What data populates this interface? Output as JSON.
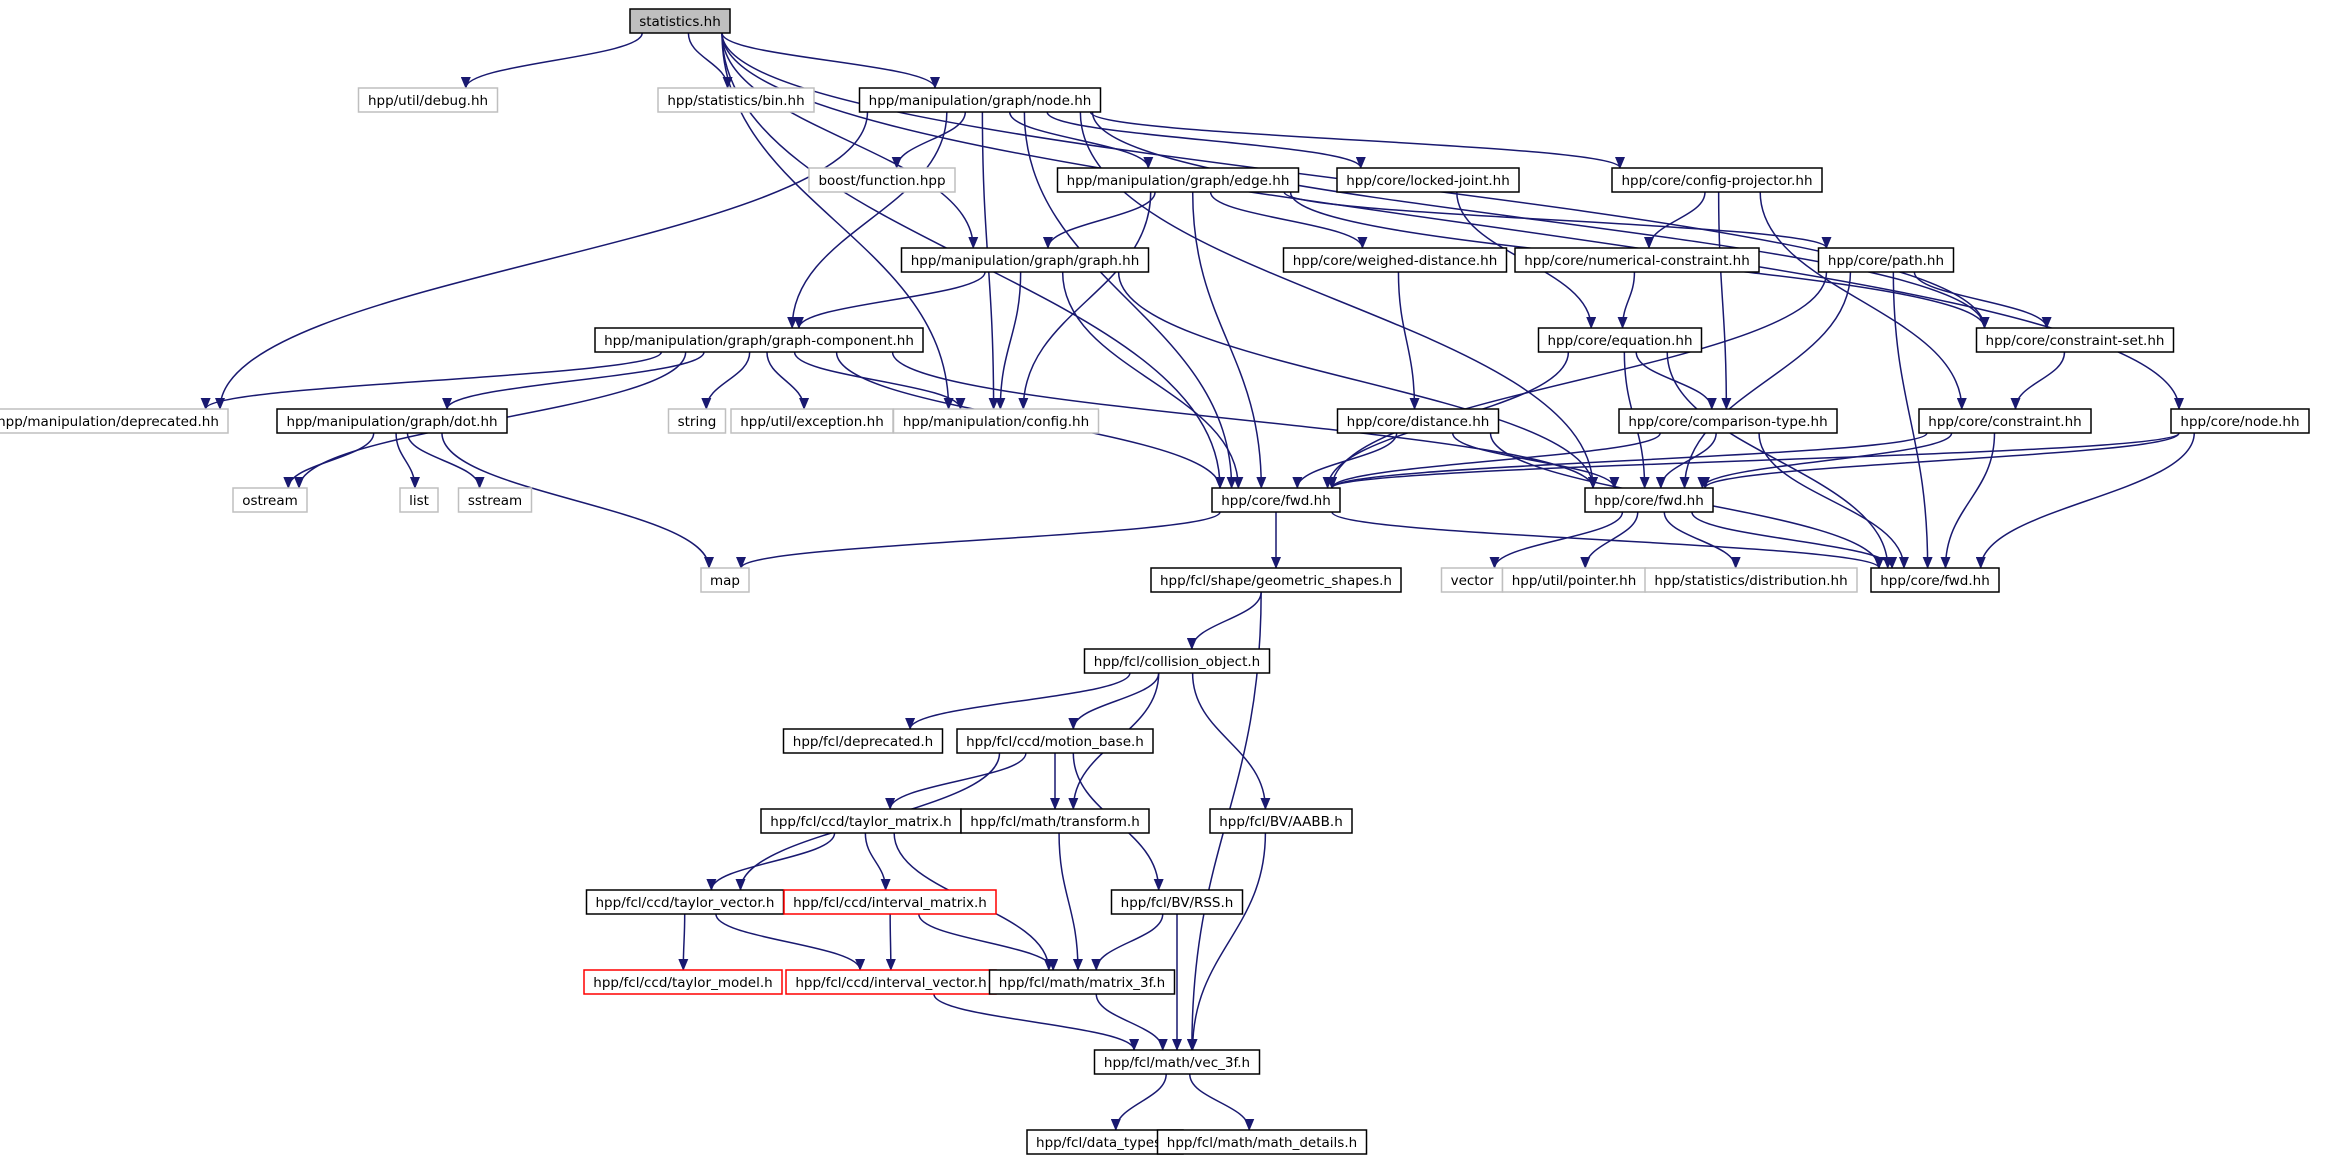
{
  "diagram": {
    "nodes": [
      {
        "id": "statistics_hh",
        "label": "statistics.hh",
        "style": "root"
      },
      {
        "id": "util_debug",
        "label": "hpp/util/debug.hh",
        "style": "external"
      },
      {
        "id": "stat_bin",
        "label": "hpp/statistics/bin.hh",
        "style": "external"
      },
      {
        "id": "graph_node",
        "label": "hpp/manipulation/graph/node.hh",
        "style": "normal"
      },
      {
        "id": "boost_function",
        "label": "boost/function.hpp",
        "style": "external"
      },
      {
        "id": "graph_edge",
        "label": "hpp/manipulation/graph/edge.hh",
        "style": "normal"
      },
      {
        "id": "locked_joint",
        "label": "hpp/core/locked-joint.hh",
        "style": "normal"
      },
      {
        "id": "config_projector",
        "label": "hpp/core/config-projector.hh",
        "style": "normal"
      },
      {
        "id": "graph_graph",
        "label": "hpp/manipulation/graph/graph.hh",
        "style": "normal"
      },
      {
        "id": "weighed_distance",
        "label": "hpp/core/weighed-distance.hh",
        "style": "normal"
      },
      {
        "id": "numerical_constraint",
        "label": "hpp/core/numerical-constraint.hh",
        "style": "normal"
      },
      {
        "id": "core_path",
        "label": "hpp/core/path.hh",
        "style": "normal"
      },
      {
        "id": "constraint_set",
        "label": "hpp/core/constraint-set.hh",
        "style": "normal"
      },
      {
        "id": "graph_component",
        "label": "hpp/manipulation/graph/graph-component.hh",
        "style": "normal"
      },
      {
        "id": "core_equation",
        "label": "hpp/core/equation.hh",
        "style": "normal"
      },
      {
        "id": "manip_deprecated",
        "label": "hpp/manipulation/deprecated.hh",
        "style": "external"
      },
      {
        "id": "graph_dot",
        "label": "hpp/manipulation/graph/dot.hh",
        "style": "normal"
      },
      {
        "id": "string",
        "label": "string",
        "style": "external"
      },
      {
        "id": "util_exception",
        "label": "hpp/util/exception.hh",
        "style": "external"
      },
      {
        "id": "manip_config",
        "label": "hpp/manipulation/config.hh",
        "style": "external"
      },
      {
        "id": "core_distance",
        "label": "hpp/core/distance.hh",
        "style": "normal"
      },
      {
        "id": "comparison_type",
        "label": "hpp/core/comparison-type.hh",
        "style": "normal"
      },
      {
        "id": "core_constraint",
        "label": "hpp/core/constraint.hh",
        "style": "normal"
      },
      {
        "id": "core_node",
        "label": "hpp/core/node.hh",
        "style": "normal"
      },
      {
        "id": "ostream",
        "label": "ostream",
        "style": "external"
      },
      {
        "id": "list",
        "label": "list",
        "style": "external"
      },
      {
        "id": "sstream",
        "label": "sstream",
        "style": "external"
      },
      {
        "id": "core_fwd_a",
        "label": "hpp/core/fwd.hh",
        "style": "normal"
      },
      {
        "id": "core_fwd_b",
        "label": "hpp/core/fwd.hh",
        "style": "normal"
      },
      {
        "id": "map",
        "label": "map",
        "style": "external"
      },
      {
        "id": "geometric_shapes",
        "label": "hpp/fcl/shape/geometric_shapes.h",
        "style": "normal"
      },
      {
        "id": "vector",
        "label": "vector",
        "style": "external"
      },
      {
        "id": "util_pointer",
        "label": "hpp/util/pointer.hh",
        "style": "external"
      },
      {
        "id": "stat_distribution",
        "label": "hpp/statistics/distribution.hh",
        "style": "external"
      },
      {
        "id": "core_fwd_c",
        "label": "hpp/core/fwd.hh",
        "style": "normal"
      },
      {
        "id": "collision_object",
        "label": "hpp/fcl/collision_object.h",
        "style": "normal"
      },
      {
        "id": "fcl_deprecated",
        "label": "hpp/fcl/deprecated.h",
        "style": "normal"
      },
      {
        "id": "motion_base",
        "label": "hpp/fcl/ccd/motion_base.h",
        "style": "normal"
      },
      {
        "id": "taylor_matrix",
        "label": "hpp/fcl/ccd/taylor_matrix.h",
        "style": "normal"
      },
      {
        "id": "math_transform",
        "label": "hpp/fcl/math/transform.h",
        "style": "normal"
      },
      {
        "id": "bv_aabb",
        "label": "hpp/fcl/BV/AABB.h",
        "style": "normal"
      },
      {
        "id": "taylor_vector",
        "label": "hpp/fcl/ccd/taylor_vector.h",
        "style": "normal"
      },
      {
        "id": "interval_matrix",
        "label": "hpp/fcl/ccd/interval_matrix.h",
        "style": "missing"
      },
      {
        "id": "bv_rss",
        "label": "hpp/fcl/BV/RSS.h",
        "style": "normal"
      },
      {
        "id": "taylor_model",
        "label": "hpp/fcl/ccd/taylor_model.h",
        "style": "missing"
      },
      {
        "id": "interval_vector",
        "label": "hpp/fcl/ccd/interval_vector.h",
        "style": "missing"
      },
      {
        "id": "matrix_3f",
        "label": "hpp/fcl/math/matrix_3f.h",
        "style": "normal"
      },
      {
        "id": "vec_3f",
        "label": "hpp/fcl/math/vec_3f.h",
        "style": "normal"
      },
      {
        "id": "data_types",
        "label": "hpp/fcl/data_types.h",
        "style": "normal"
      },
      {
        "id": "math_details",
        "label": "hpp/fcl/math/math_details.h",
        "style": "normal"
      }
    ],
    "edges": [
      [
        "statistics_hh",
        "util_debug"
      ],
      [
        "statistics_hh",
        "stat_bin"
      ],
      [
        "statistics_hh",
        "graph_node"
      ],
      [
        "statistics_hh",
        "graph_graph"
      ],
      [
        "statistics_hh",
        "manip_config"
      ],
      [
        "statistics_hh",
        "core_fwd_a"
      ],
      [
        "statistics_hh",
        "constraint_set"
      ],
      [
        "statistics_hh",
        "core_node"
      ],
      [
        "graph_node",
        "boost_function"
      ],
      [
        "graph_node",
        "graph_edge"
      ],
      [
        "graph_node",
        "locked_joint"
      ],
      [
        "graph_node",
        "config_projector"
      ],
      [
        "graph_node",
        "graph_component"
      ],
      [
        "graph_node",
        "manip_deprecated"
      ],
      [
        "graph_node",
        "manip_config"
      ],
      [
        "graph_node",
        "core_fwd_a"
      ],
      [
        "graph_node",
        "constraint_set"
      ],
      [
        "graph_node",
        "core_fwd_b"
      ],
      [
        "graph_edge",
        "graph_graph"
      ],
      [
        "graph_edge",
        "weighed_distance"
      ],
      [
        "graph_edge",
        "core_path"
      ],
      [
        "graph_edge",
        "manip_config"
      ],
      [
        "graph_edge",
        "core_fwd_a"
      ],
      [
        "graph_edge",
        "constraint_set"
      ],
      [
        "locked_joint",
        "core_equation"
      ],
      [
        "config_projector",
        "numerical_constraint"
      ],
      [
        "config_projector",
        "comparison_type"
      ],
      [
        "config_projector",
        "core_constraint"
      ],
      [
        "graph_graph",
        "graph_component"
      ],
      [
        "graph_graph",
        "manip_config"
      ],
      [
        "graph_graph",
        "core_fwd_a"
      ],
      [
        "graph_graph",
        "core_fwd_b"
      ],
      [
        "weighed_distance",
        "core_distance"
      ],
      [
        "numerical_constraint",
        "core_equation"
      ],
      [
        "core_path",
        "constraint_set"
      ],
      [
        "core_path",
        "core_fwd_a"
      ],
      [
        "core_path",
        "core_fwd_b"
      ],
      [
        "core_path",
        "core_fwd_c"
      ],
      [
        "constraint_set",
        "core_constraint"
      ],
      [
        "graph_component",
        "manip_deprecated"
      ],
      [
        "graph_component",
        "graph_dot"
      ],
      [
        "graph_component",
        "ostream"
      ],
      [
        "graph_component",
        "string"
      ],
      [
        "graph_component",
        "util_exception"
      ],
      [
        "graph_component",
        "manip_config"
      ],
      [
        "graph_component",
        "core_fwd_a"
      ],
      [
        "graph_component",
        "core_fwd_b"
      ],
      [
        "core_equation",
        "comparison_type"
      ],
      [
        "core_equation",
        "core_fwd_a"
      ],
      [
        "core_equation",
        "core_fwd_b"
      ],
      [
        "core_equation",
        "core_fwd_c"
      ],
      [
        "graph_dot",
        "ostream"
      ],
      [
        "graph_dot",
        "list"
      ],
      [
        "graph_dot",
        "sstream"
      ],
      [
        "graph_dot",
        "map"
      ],
      [
        "core_distance",
        "core_fwd_a"
      ],
      [
        "core_distance",
        "core_fwd_b"
      ],
      [
        "core_distance",
        "core_fwd_c"
      ],
      [
        "comparison_type",
        "core_fwd_a"
      ],
      [
        "comparison_type",
        "core_fwd_b"
      ],
      [
        "comparison_type",
        "core_fwd_c"
      ],
      [
        "core_constraint",
        "core_fwd_a"
      ],
      [
        "core_constraint",
        "core_fwd_b"
      ],
      [
        "core_constraint",
        "core_fwd_c"
      ],
      [
        "core_node",
        "core_fwd_a"
      ],
      [
        "core_node",
        "core_fwd_b"
      ],
      [
        "core_node",
        "core_fwd_c"
      ],
      [
        "core_fwd_a",
        "map"
      ],
      [
        "core_fwd_a",
        "geometric_shapes"
      ],
      [
        "core_fwd_a",
        "core_fwd_c"
      ],
      [
        "core_fwd_b",
        "vector"
      ],
      [
        "core_fwd_b",
        "util_pointer"
      ],
      [
        "core_fwd_b",
        "stat_distribution"
      ],
      [
        "core_fwd_b",
        "core_fwd_c"
      ],
      [
        "geometric_shapes",
        "collision_object"
      ],
      [
        "geometric_shapes",
        "vec_3f"
      ],
      [
        "collision_object",
        "fcl_deprecated"
      ],
      [
        "collision_object",
        "motion_base"
      ],
      [
        "collision_object",
        "math_transform"
      ],
      [
        "collision_object",
        "bv_aabb"
      ],
      [
        "motion_base",
        "taylor_matrix"
      ],
      [
        "motion_base",
        "math_transform"
      ],
      [
        "motion_base",
        "taylor_vector"
      ],
      [
        "motion_base",
        "bv_rss"
      ],
      [
        "taylor_matrix",
        "taylor_vector"
      ],
      [
        "taylor_matrix",
        "interval_matrix"
      ],
      [
        "taylor_matrix",
        "matrix_3f"
      ],
      [
        "math_transform",
        "matrix_3f"
      ],
      [
        "bv_aabb",
        "vec_3f"
      ],
      [
        "taylor_vector",
        "taylor_model"
      ],
      [
        "taylor_vector",
        "interval_vector"
      ],
      [
        "interval_matrix",
        "interval_vector"
      ],
      [
        "interval_matrix",
        "matrix_3f"
      ],
      [
        "bv_rss",
        "matrix_3f"
      ],
      [
        "bv_rss",
        "vec_3f"
      ],
      [
        "interval_vector",
        "vec_3f"
      ],
      [
        "matrix_3f",
        "vec_3f"
      ],
      [
        "vec_3f",
        "data_types"
      ],
      [
        "vec_3f",
        "math_details"
      ]
    ]
  },
  "colors": {
    "edge": "#191970",
    "root_fill": "#bfbfbf",
    "normal_border": "#000000",
    "external_border": "#bfbfbf",
    "missing_border": "#ff0000",
    "text": "#000000"
  }
}
